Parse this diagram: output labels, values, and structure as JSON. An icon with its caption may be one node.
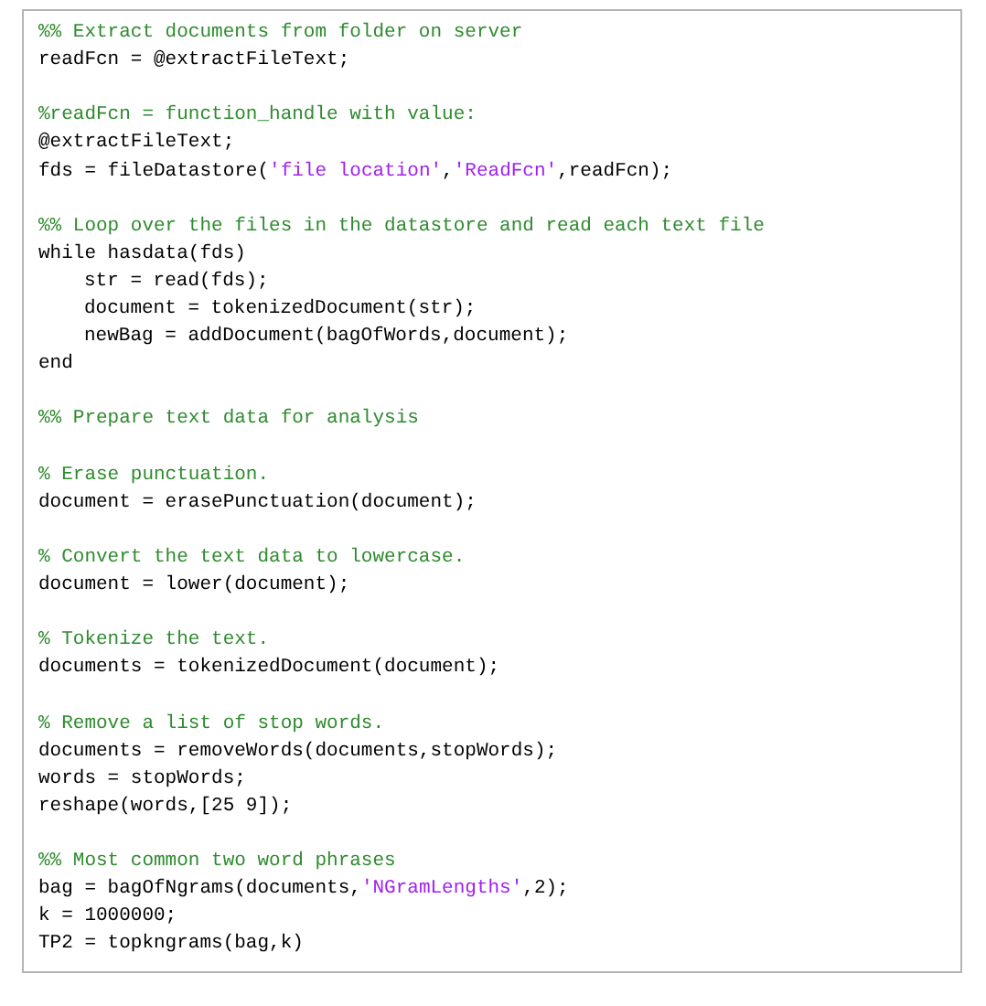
{
  "diagram": {
    "nodes": [
      {
        "text": [
          "%% Extract documents from folder on server",
          "readFcn = @extractFileText;",
          "%readFcn = function_handle with value:",
          "@extractFileText;",
          "fds = fileDatastore('file location','ReadFcn',readFcn);",
          "%% Loop over the files in the datastore and read each text file",
          "while hasdata(fds)",
          "str = read(fds);",
          "document = tokenizedDocument(str);",
          "newBag = addDocument(bagOfWords,document);",
          "end",
          "%% Prepare text data for analysis",
          "% Erase punctuation.",
          "document = erasePunctuation(document);",
          "% Convert the text data to lowercase.",
          "document = lower(document);",
          "% Tokenize the text.",
          "documents = tokenizedDocument(document);",
          "% Remove a list of stop words.",
          "documents = removeWords(documents,stopWords);",
          "words = stopWords;",
          "reshape(words,[25 9]);",
          "%% Most common two word phrases",
          "bag = bagOfNgrams(documents,'NGramLengths',2);",
          "k = 1000000;",
          "TP2 = topkngrams(bag,k)"
        ]
      }
    ]
  }
}
